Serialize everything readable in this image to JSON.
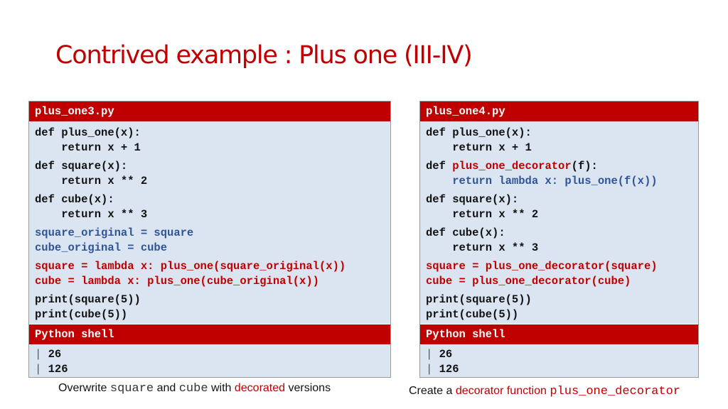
{
  "title": "Contrived example : Plus one (III-IV)",
  "left": {
    "filename": "plus_one3.py",
    "code": [
      [
        "def plus_one(x):",
        "    return x + 1"
      ],
      [
        "def square(x):",
        "    return x ** 2"
      ],
      [
        "def cube(x):",
        "    return x ** 3"
      ],
      [
        "square_original = square",
        "cube_original = cube"
      ],
      [
        "square = lambda x: plus_one(square_original(x))",
        "cube = lambda x: plus_one(cube_original(x))"
      ],
      [
        "print(square(5))",
        "print(cube(5))"
      ]
    ],
    "shell_label": "Python shell",
    "output": [
      "26",
      "126"
    ],
    "caption": {
      "p1": "Overwrite ",
      "code1": "square",
      "p2": " and ",
      "code2": "cube",
      "p3": " with ",
      "hl": "decorated",
      "p4": " versions"
    }
  },
  "right": {
    "filename": "plus_one4.py",
    "code": {
      "b1": [
        "def plus_one(x):",
        "    return x + 1"
      ],
      "b2_def": "def ",
      "b2_name": "plus_one_decorator",
      "b2_rest": "(f):",
      "b2_ret": "    return lambda x: plus_one(f(x))",
      "b3": [
        "def square(x):",
        "    return x ** 2"
      ],
      "b4": [
        "def cube(x):",
        "    return x ** 3"
      ],
      "b5": [
        "square = plus_one_decorator(square)",
        "cube = plus_one_decorator(cube)"
      ],
      "b6": [
        "print(square(5))",
        "print(cube(5))"
      ]
    },
    "shell_label": "Python shell",
    "output": [
      "26",
      "126"
    ],
    "caption": {
      "p1": "Create a ",
      "hl": "decorator function",
      "p2": " ",
      "code": "plus_one_decorator"
    }
  },
  "pipe": "|",
  "colors": {
    "header_red": "#c00000",
    "panel_bg": "#dbe4f1",
    "code_blue": "#2f5597"
  }
}
